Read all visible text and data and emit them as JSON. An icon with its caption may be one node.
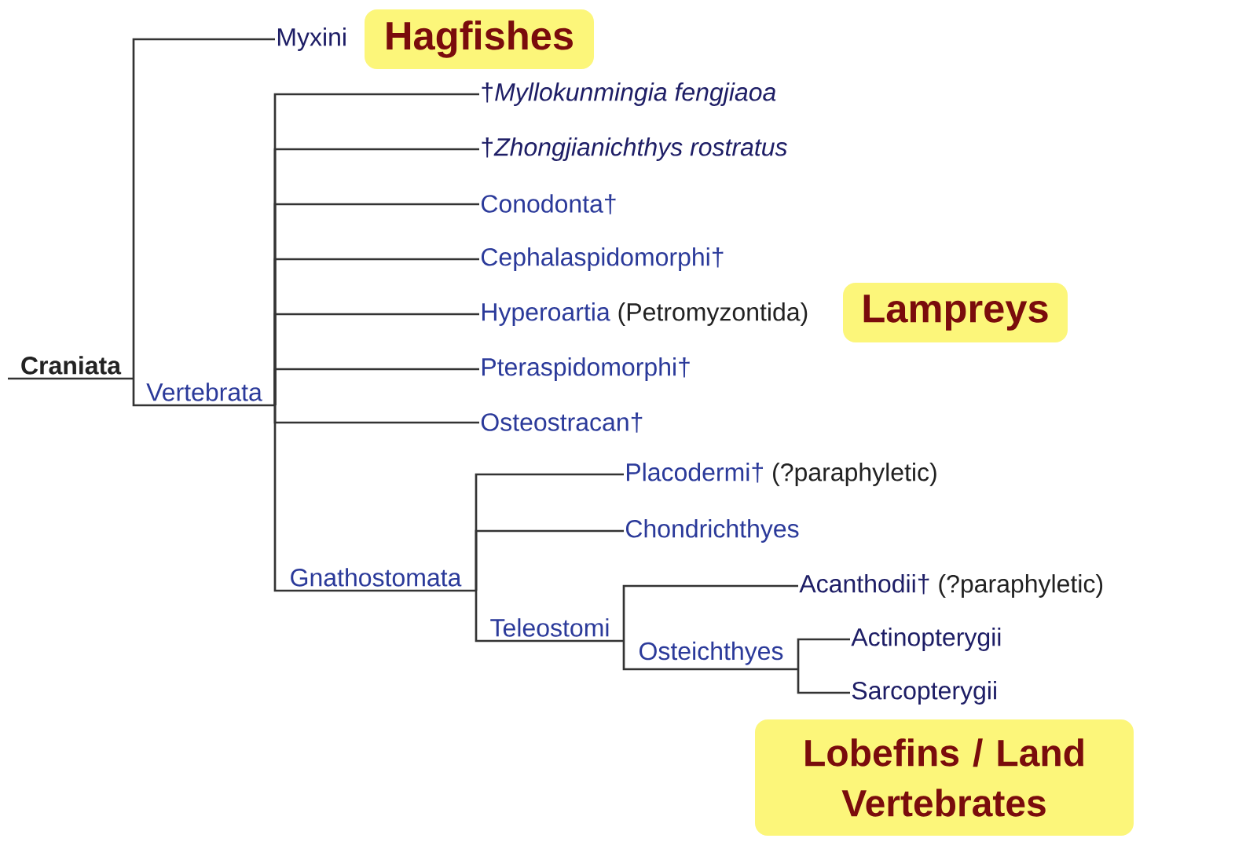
{
  "diagram": {
    "nodes": [
      {
        "text": [
          "Craniata"
        ]
      },
      {
        "text": [
          "Myxini"
        ]
      },
      {
        "text": [
          "Hagfishes"
        ]
      },
      {
        "text": [
          "Vertebrata"
        ]
      },
      {
        "text": [
          "†*Myllokunmingia fengjiaoa*"
        ]
      },
      {
        "text": [
          "†*Zhongjianichthys rostratus*"
        ]
      },
      {
        "text": [
          "Conodonta†"
        ]
      },
      {
        "text": [
          "Cephalaspidomorphi†"
        ]
      },
      {
        "text": [
          "Hyperoartia",
          "(Petromyzontida)"
        ]
      },
      {
        "text": [
          "Lampreys"
        ]
      },
      {
        "text": [
          "Pteraspidomorphi†"
        ]
      },
      {
        "text": [
          "Osteostracan†"
        ]
      },
      {
        "text": [
          "Gnathostomata"
        ]
      },
      {
        "text": [
          "Placodermi†",
          "(?paraphyletic)"
        ]
      },
      {
        "text": [
          "Chondrichthyes"
        ]
      },
      {
        "text": [
          "Teleostomi"
        ]
      },
      {
        "text": [
          "Acanthodii†",
          "(?paraphyletic)"
        ]
      },
      {
        "text": [
          "Osteichthyes"
        ]
      },
      {
        "text": [
          "Actinopterygii"
        ]
      },
      {
        "text": [
          "Sarcopterygii"
        ]
      },
      {
        "text": [
          "Lobefins / Land Vertebrates"
        ]
      }
    ],
    "edges": [
      {
        "from": 0,
        "to": 1,
        "arrow": "none"
      },
      {
        "from": 0,
        "to": 3,
        "arrow": "none"
      },
      {
        "from": 3,
        "to": 4,
        "arrow": "none"
      },
      {
        "from": 3,
        "to": 5,
        "arrow": "none"
      },
      {
        "from": 3,
        "to": 6,
        "arrow": "none"
      },
      {
        "from": 3,
        "to": 7,
        "arrow": "none"
      },
      {
        "from": 3,
        "to": 8,
        "arrow": "none"
      },
      {
        "from": 3,
        "to": 10,
        "arrow": "none"
      },
      {
        "from": 3,
        "to": 11,
        "arrow": "none"
      },
      {
        "from": 3,
        "to": 12,
        "arrow": "none"
      },
      {
        "from": 12,
        "to": 13,
        "arrow": "none"
      },
      {
        "from": 12,
        "to": 14,
        "arrow": "none"
      },
      {
        "from": 12,
        "to": 15,
        "arrow": "none"
      },
      {
        "from": 15,
        "to": 16,
        "arrow": "none"
      },
      {
        "from": 15,
        "to": 17,
        "arrow": "none"
      },
      {
        "from": 17,
        "to": 18,
        "arrow": "none"
      },
      {
        "from": 17,
        "to": 19,
        "arrow": "none"
      }
    ]
  }
}
